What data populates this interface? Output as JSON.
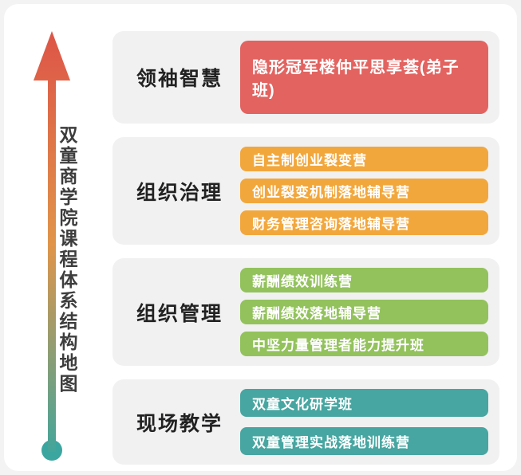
{
  "title": "双童商学院课程体系结构地图",
  "arrow": {
    "bottom_color": "#3ba69f",
    "middle_color": "#e0954a",
    "top_color": "#dd5347"
  },
  "sections": [
    {
      "label": "领袖智慧",
      "color": "#e26360",
      "items": [
        "隐形冠军楼仲平思享荟(弟子班)"
      ]
    },
    {
      "label": "组织治理",
      "color": "#f2a73d",
      "items": [
        "自主制创业裂变营",
        "创业裂变机制落地辅导营",
        "财务管理咨询落地辅导营"
      ]
    },
    {
      "label": "组织管理",
      "color": "#93c25d",
      "items": [
        "薪酬绩效训练营",
        "薪酬绩效落地辅导营",
        "中坚力量管理者能力提升班"
      ]
    },
    {
      "label": "现场教学",
      "color": "#47a6a1",
      "items": [
        "双童文化研学班",
        "双童管理实战落地训练营"
      ]
    }
  ]
}
